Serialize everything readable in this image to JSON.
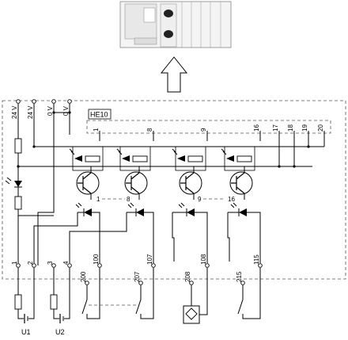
{
  "supply_labels": [
    "24 V",
    "24 V",
    "0 V",
    "0 V"
  ],
  "connector": {
    "name": "HE10",
    "pin_labels": [
      "1",
      "8",
      "9",
      "16",
      "17",
      "18",
      "19",
      "20"
    ]
  },
  "channel_ranges": [
    {
      "from": "1",
      "to": "8"
    },
    {
      "from": "9",
      "to": "16"
    }
  ],
  "terminal_labels": [
    "1",
    "2",
    "3",
    "4",
    "100",
    "107",
    "108",
    "115",
    "200",
    "207",
    "208",
    "215"
  ],
  "source_labels": [
    "U1",
    "U2"
  ]
}
